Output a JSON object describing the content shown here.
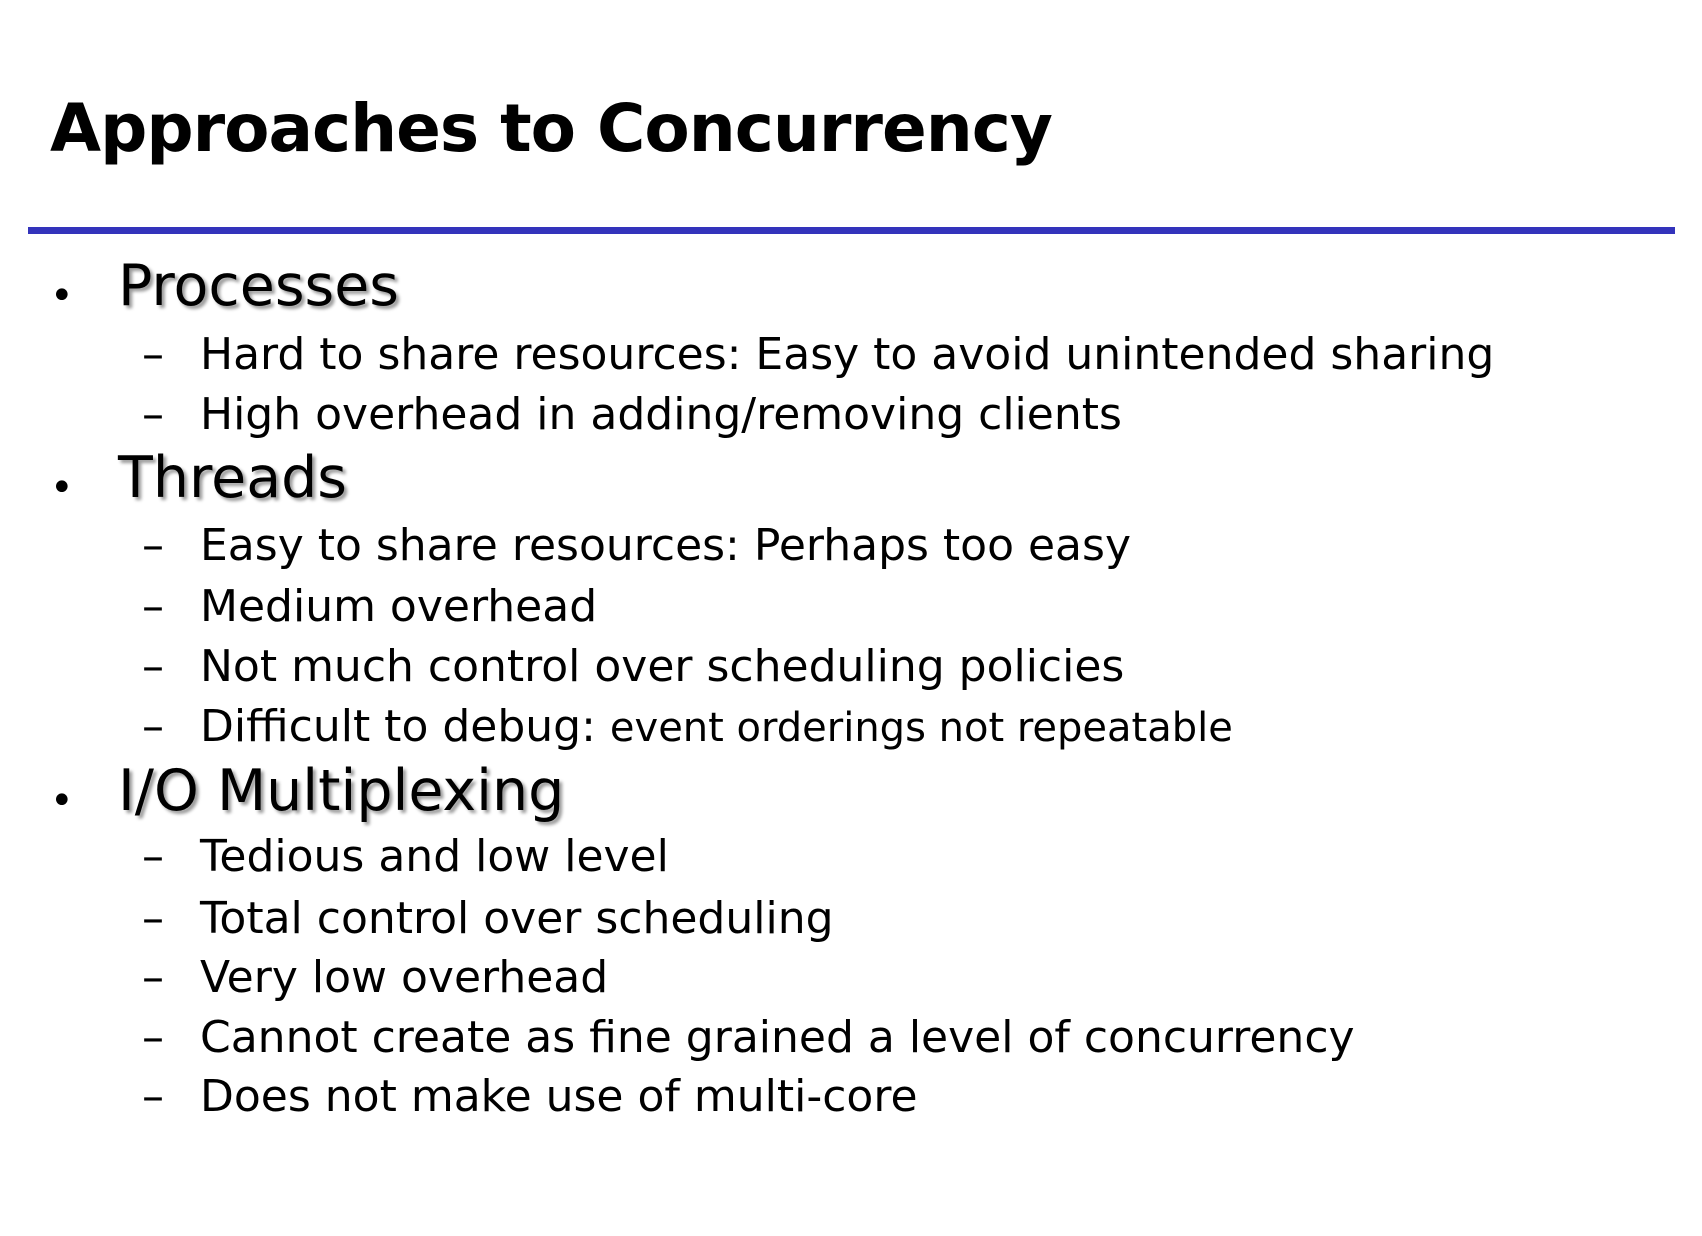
{
  "slide": {
    "title": "Approaches to Concurrency",
    "accent_color": "#3333bb",
    "bullet_glyph": "•",
    "dash_glyph": "–"
  },
  "topics": [
    {
      "label": "Processes",
      "points": [
        {
          "text": "Hard to share resources: Easy to avoid unintended sharing"
        },
        {
          "text": "High overhead in adding/removing clients"
        }
      ]
    },
    {
      "label": "Threads",
      "points": [
        {
          "text": "Easy to share resources: Perhaps too easy"
        },
        {
          "text": "Medium overhead"
        },
        {
          "text": "Not much control over scheduling policies"
        },
        {
          "text": "Difficult to debug: ",
          "suffix": "event orderings not repeatable"
        }
      ]
    },
    {
      "label": "I/O Multiplexing",
      "points": [
        {
          "text": "Tedious and low level"
        },
        {
          "text": "Total control over scheduling"
        },
        {
          "text": "Very low overhead"
        },
        {
          "text": "Cannot create as fine grained a level of concurrency"
        },
        {
          "text": "Does not make use of multi-core"
        }
      ]
    }
  ]
}
